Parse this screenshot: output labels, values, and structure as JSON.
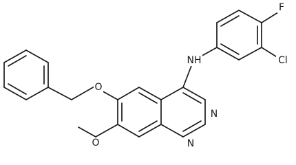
{
  "atoms": [
    {
      "id": "N_amine",
      "label": "NH"
    },
    {
      "id": "N_ring3",
      "label": "N"
    },
    {
      "id": "N_ring1",
      "label": "N"
    },
    {
      "id": "O_benzyloxy",
      "label": "O"
    },
    {
      "id": "O_methoxy",
      "label": "O"
    },
    {
      "id": "F",
      "label": "F"
    },
    {
      "id": "Cl",
      "label": "Cl"
    }
  ],
  "colors": {
    "bond": "#1a1a1a",
    "label": "#1a1a1a",
    "background": "#ffffff"
  }
}
